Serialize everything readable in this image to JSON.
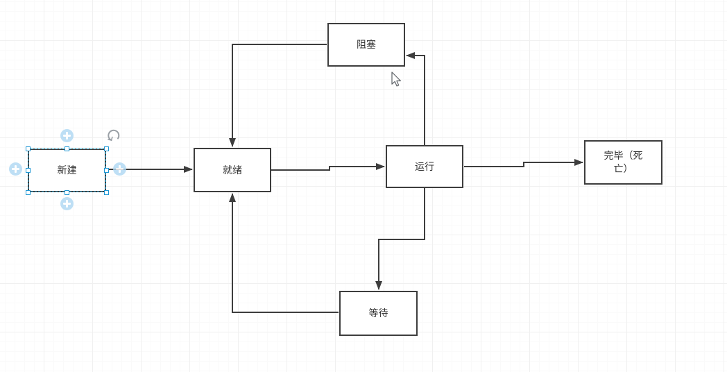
{
  "canvas": {
    "kind": "diagram-editor-canvas",
    "background": "#ffffff",
    "grid_major_color": "#f0f0f0",
    "grid_minor_color": "#fafafa"
  },
  "diagram": {
    "nodes": [
      {
        "id": "new",
        "label": "新建",
        "selected": true
      },
      {
        "id": "ready",
        "label": "就绪",
        "selected": false
      },
      {
        "id": "blocked",
        "label": "阻塞",
        "selected": false
      },
      {
        "id": "running",
        "label": "运行",
        "selected": false
      },
      {
        "id": "waiting",
        "label": "等待",
        "selected": false
      },
      {
        "id": "finished",
        "label": "完毕（死亡）",
        "selected": false
      }
    ],
    "edges": [
      {
        "from": "new",
        "to": "ready"
      },
      {
        "from": "ready",
        "to": "running"
      },
      {
        "from": "running",
        "to": "finished"
      },
      {
        "from": "blocked",
        "to": "ready"
      },
      {
        "from": "running",
        "to": "blocked"
      },
      {
        "from": "running",
        "to": "waiting"
      },
      {
        "from": "waiting",
        "to": "ready"
      }
    ]
  },
  "selection": {
    "node": "new",
    "handle_count": 8,
    "direction_hints": [
      "top",
      "left",
      "right",
      "bottom"
    ],
    "has_rotate_handle": true
  },
  "cursor": {
    "type": "arrow-pointer"
  },
  "colors": {
    "shape_stroke": "#3d3d3d",
    "label_text": "#333333",
    "selection_handle_border": "#1f97d4",
    "selection_dash": "#33bdf5",
    "direction_hint_fill": "#aed8f3",
    "rotate_handle": "#9aa0a6"
  }
}
